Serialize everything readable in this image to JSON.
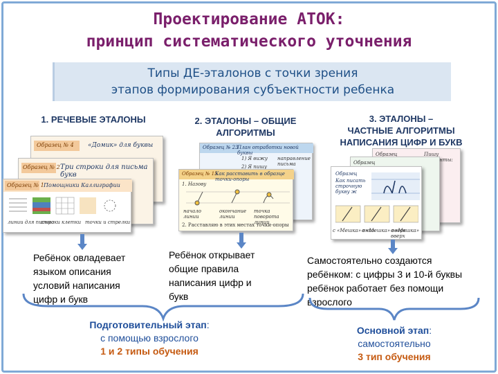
{
  "title": {
    "line1": "Проектирование АТОК:",
    "line2": "принцип систематического уточнения"
  },
  "subtitle": {
    "line1": "Типы ДЕ-эталонов с точки зрения",
    "line2": "этапов формирования субъектности ребенка"
  },
  "categories": [
    {
      "label": "1. РЕЧЕВЫЕ ЭТАЛОНЫ"
    },
    {
      "line1": "2. ЭТАЛОНЫ – ОБЩИЕ",
      "line2": "АЛГОРИТМЫ"
    },
    {
      "line1": "3. ЭТАЛОНЫ –",
      "line2": "ЧАСТНЫЕ АЛГОРИТМЫ",
      "line3": "НАПИСАНИЯ ЦИФР И БУКВ"
    }
  ],
  "cards1": {
    "c4": {
      "label": "Образец № 4",
      "title": "«Домик» для буквы"
    },
    "c2": {
      "label": "Образец № 2",
      "title": "Три строки для письма букв"
    },
    "c1": {
      "label": "Образец № 1",
      "title": "Помощники Каллиграфии"
    },
    "captions": [
      "линии для письма",
      "строки",
      "клетки",
      "точки и стрелки"
    ]
  },
  "cards2": {
    "c23": {
      "label": "Образец № 23",
      "title": "План отработки новой буквы",
      "r1": "1) Я вижу",
      "r2": "2) Я пишу",
      "c2": "направление письма"
    },
    "c15": {
      "label": "Образец № 15",
      "title": "Как расставить в образце точки-опоры",
      "step1": "1. Назову",
      "step2": "2. Расставляю в этих местах точки-опоры",
      "l1": "начало линии",
      "l2": "окончание линии",
      "l3": "точка поворота линии"
    }
  },
  "cards3": {
    "c1": "Образец",
    "c1t": "Как писать строчную букву ж",
    "c2": "Образец",
    "c3": "Образец",
    "side": "Пишу элементы:",
    "bottom": [
      "с «Мешка» вниз",
      "с «Мешка» вверх",
      "с «Мешка» вверх"
    ]
  },
  "descriptions": [
    {
      "line1": "Ребёнок овладевает",
      "line2": "языком описания",
      "line3": "условий написания",
      "line4": "цифр и букв"
    },
    {
      "line1": "Ребёнок открывает",
      "line2": "общие правила",
      "line3": "написания цифр и",
      "line4": "букв"
    },
    {
      "line1": "Самостоятельно создаются",
      "line2": "ребёнком: с цифры 3 и 10-й буквы",
      "line3": "ребёнок работает без помощи",
      "line4": "взрослого"
    }
  ],
  "stages": [
    {
      "head": "Подготовительный этап",
      "colon": ":",
      "sub": "с помощью взрослого",
      "types": "1 и 2 типы обучения"
    },
    {
      "head": "Основной этап",
      "colon": ":",
      "sub": "самостоятельно",
      "types": "3 тип обучения"
    }
  ],
  "colors": {
    "title": "#7a1f6b",
    "heading": "#1f3864",
    "stage": "#1f4e9a",
    "accent_orange": "#c55a11",
    "arrow": "#5b86c6"
  },
  "icons": [
    "down-arrow-icon",
    "curly-brace-icon"
  ]
}
